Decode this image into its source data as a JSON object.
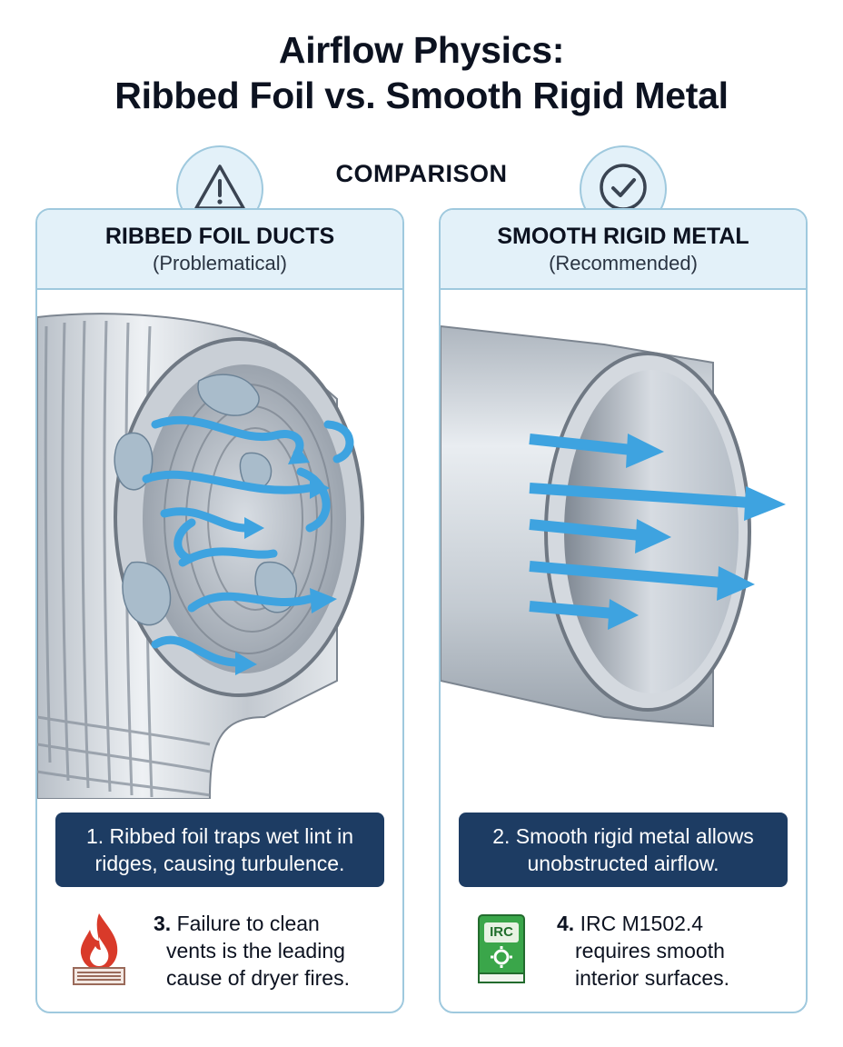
{
  "title": {
    "line1": "Airflow Physics:",
    "line2": "Ribbed Foil vs. Smooth Rigid Metal"
  },
  "comparison_label": "COMPARISON",
  "icons": {
    "left_badge": "warning-triangle-icon",
    "right_badge": "check-circle-icon",
    "fire": "fire-vent-icon",
    "code_book": "irc-code-book-icon"
  },
  "colors": {
    "accent_light": "#e3f1f9",
    "border": "#9fc9de",
    "note_bg": "#1d3c63",
    "airflow": "#3ea3e0",
    "fire": "#d93a2a",
    "book": "#3aa64a"
  },
  "left_panel": {
    "heading": "RIBBED FOIL DUCTS",
    "subheading": "(Problematical)",
    "note": "1. Ribbed foil traps wet lint in ridges, causing turbulence.",
    "fact_number": "3.",
    "fact_text_1": "Failure to clean",
    "fact_text_2": "vents is the leading",
    "fact_text_3": "cause of dryer fires."
  },
  "right_panel": {
    "heading": "SMOOTH RIGID METAL",
    "subheading": "(Recommended)",
    "note": "2. Smooth rigid metal allows unobstructed airflow.",
    "fact_number": "4.",
    "fact_text_1": "IRC M1502.4",
    "fact_text_2": "requires smooth",
    "fact_text_3": "interior surfaces.",
    "book_label": "IRC"
  }
}
